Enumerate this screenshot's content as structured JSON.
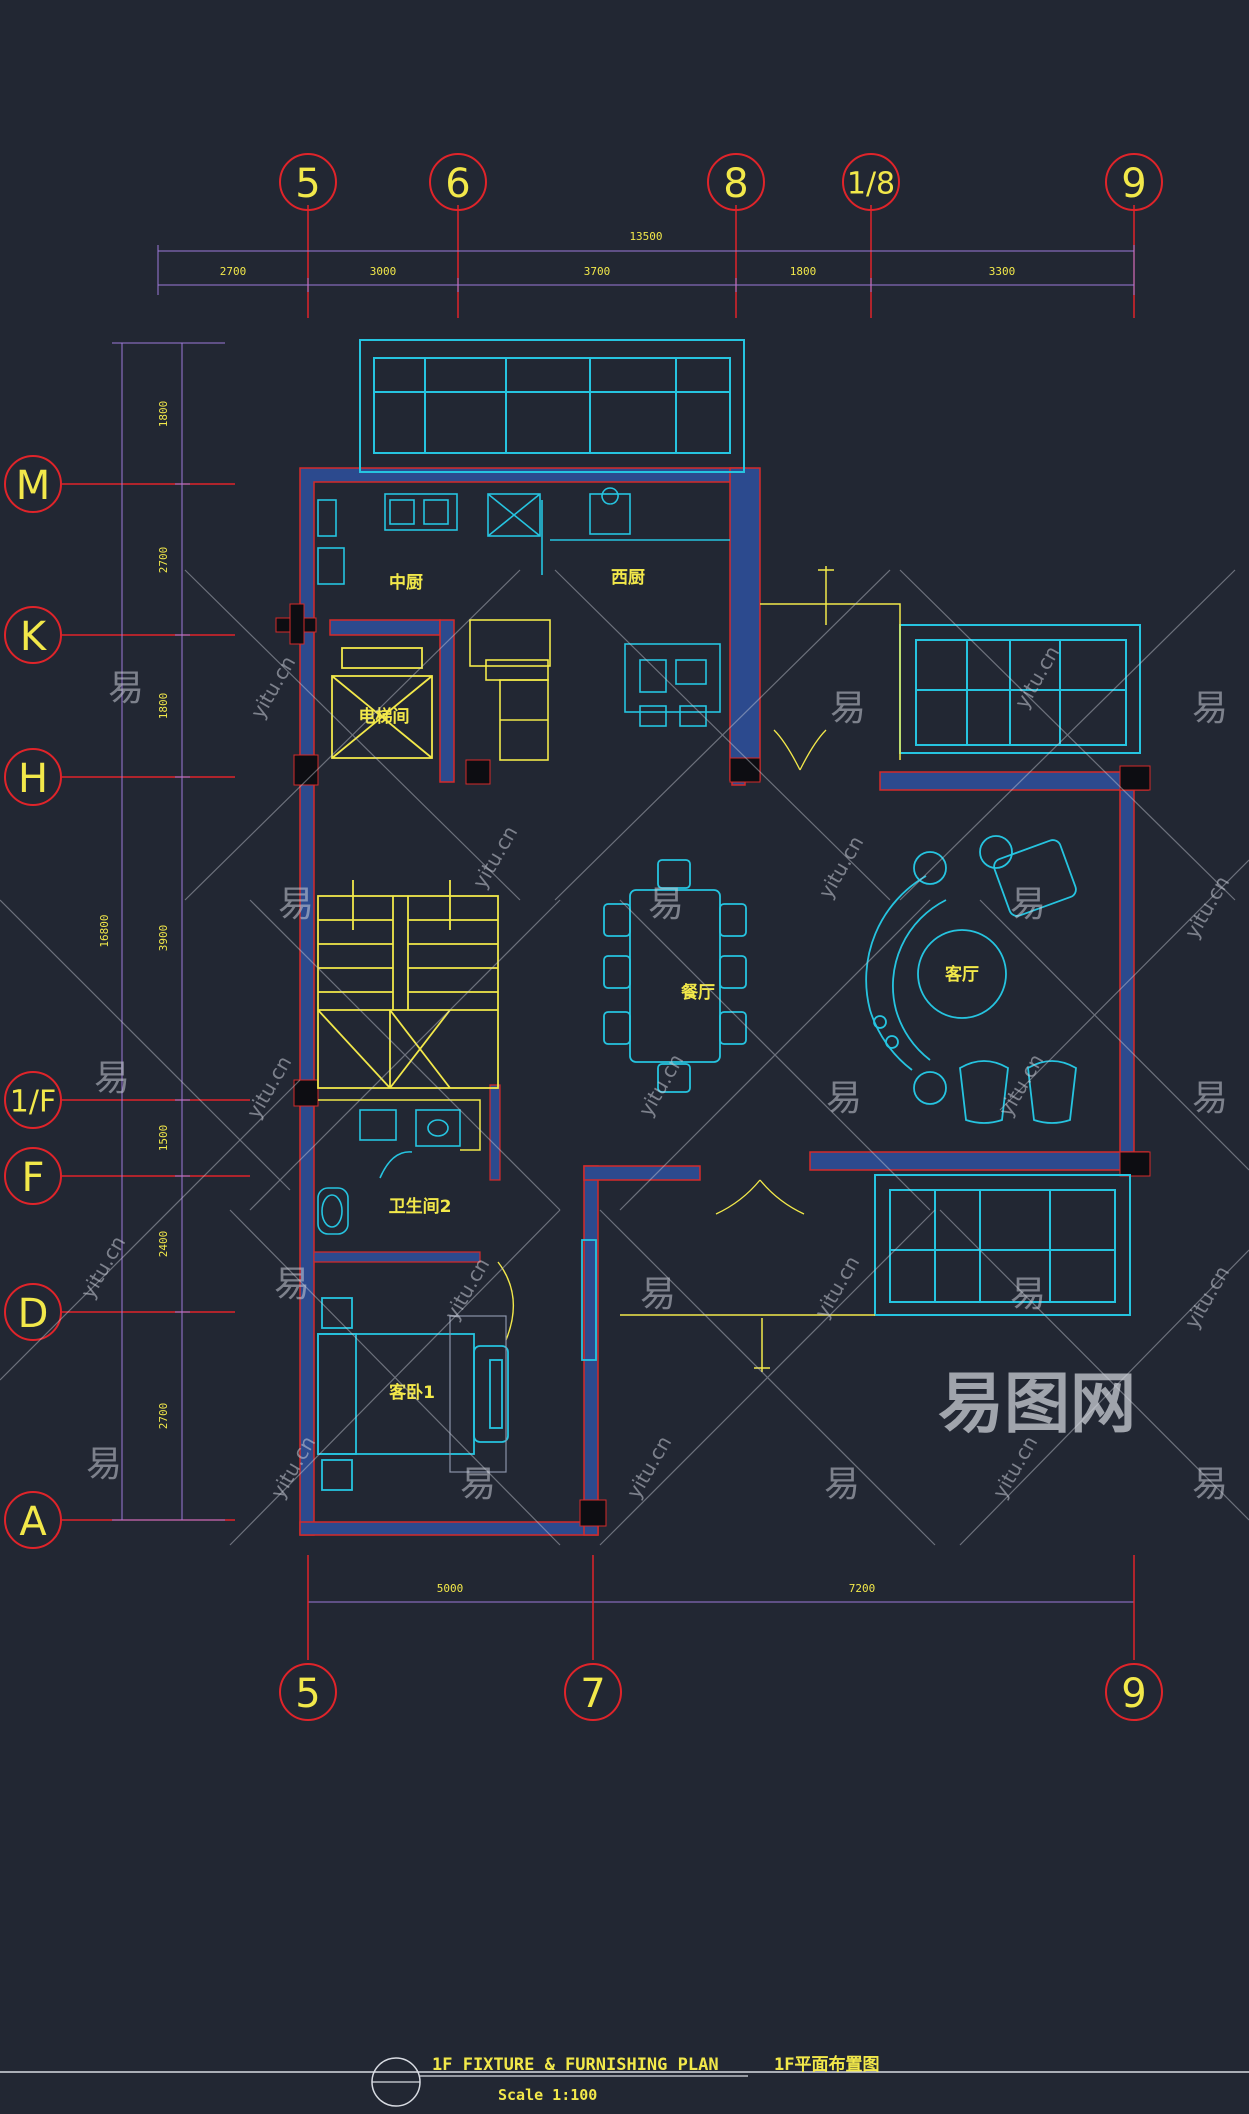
{
  "grid": {
    "top": [
      "5",
      "6",
      "8",
      "1/8",
      "9"
    ],
    "bottom": [
      "5",
      "7",
      "9"
    ],
    "left": [
      "M",
      "K",
      "H",
      "1/F",
      "F",
      "D",
      "A"
    ]
  },
  "dimensions": {
    "top_overall": "13500",
    "top_segments": [
      "2700",
      "3000",
      "3700",
      "1800",
      "3300"
    ],
    "left_segments": [
      "1800",
      "2700",
      "1800",
      "3900",
      "1500",
      "2400",
      "2700"
    ],
    "left_overall": "16800",
    "bottom_segments": [
      "5000",
      "7200"
    ]
  },
  "rooms": {
    "chinese_kitchen": "中厨",
    "western_kitchen": "西厨",
    "elevator": "电梯间",
    "dining": "餐厅",
    "living": "客厅",
    "bathroom": "卫生间2",
    "bedroom": "客卧1"
  },
  "watermark": {
    "logo": "易图网",
    "glyph": "易",
    "domain": "yitu.cn"
  },
  "title_block": {
    "title_en": "1F FIXTURE & FURNISHING PLAN",
    "title_cn": "1F平面布置图",
    "scale": "Scale 1:100"
  },
  "colors": {
    "background": "#222733",
    "grid_bubble": "#e0242a",
    "text": "#f2e84a",
    "furniture": "#26c4e0",
    "wall_fill": "#2c4a8e",
    "wall_line": "#d42a2a",
    "dimension": "#9c7ad8"
  }
}
